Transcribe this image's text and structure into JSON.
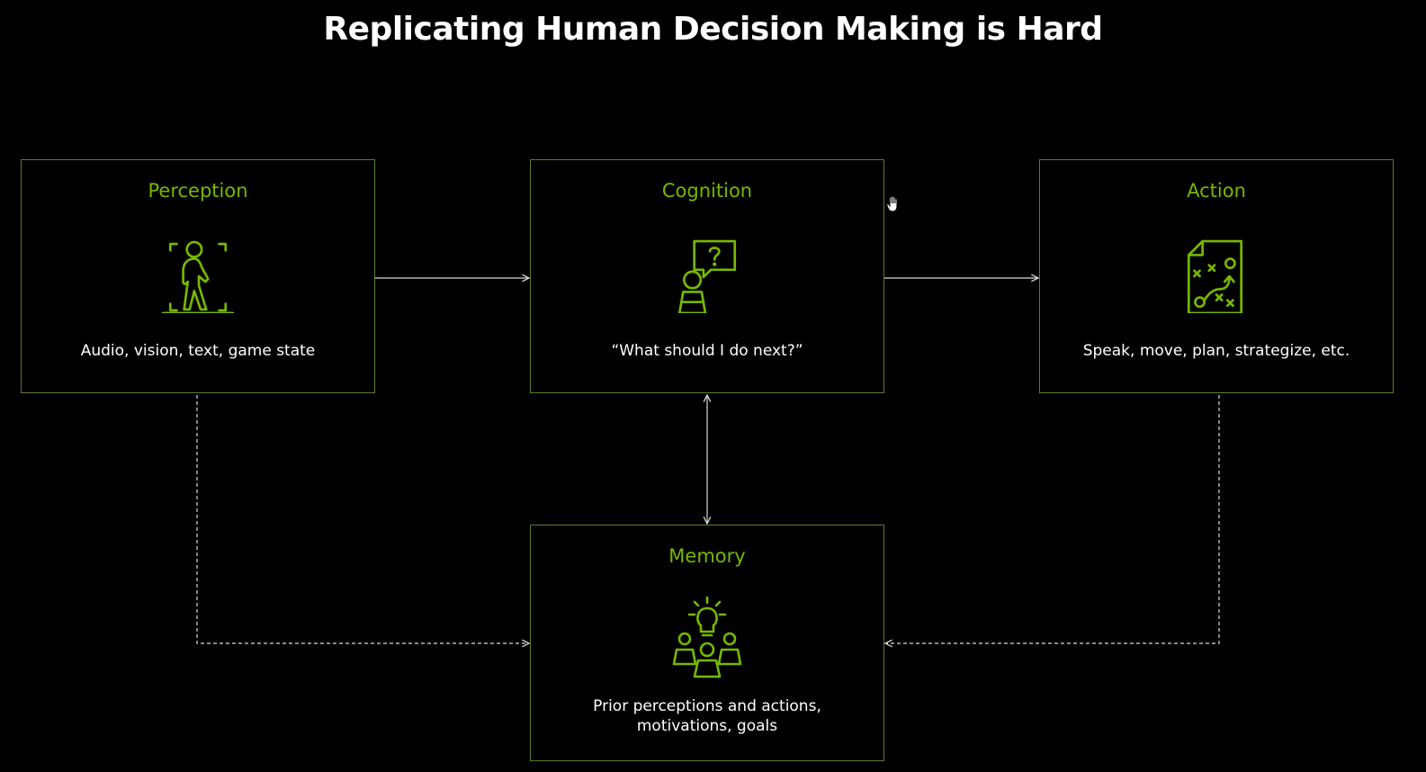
{
  "title": "Replicating Human Decision Making is Hard",
  "colors": {
    "background": "#000000",
    "accent": "#76b900",
    "border": "#5e7a2c",
    "text": "#ffffff",
    "connector": "#d9d9d9"
  },
  "boxes": {
    "perception": {
      "title": "Perception",
      "icon": "walking-person-icon",
      "description": "Audio, vision, text, game state"
    },
    "cognition": {
      "title": "Cognition",
      "icon": "person-question-icon",
      "description": "“What should I do next?”"
    },
    "action": {
      "title": "Action",
      "icon": "strategy-plan-icon",
      "description": "Speak, move, plan, strategize, etc."
    },
    "memory": {
      "title": "Memory",
      "icon": "group-idea-icon",
      "description_line1": "Prior perceptions and actions,",
      "description_line2": "motivations, goals"
    }
  },
  "connections": [
    {
      "from": "Perception",
      "to": "Cognition",
      "style": "solid"
    },
    {
      "from": "Cognition",
      "to": "Action",
      "style": "solid"
    },
    {
      "from": "Cognition",
      "to": "Memory",
      "style": "solid-bidirectional"
    },
    {
      "from": "Perception",
      "to": "Memory",
      "style": "dashed"
    },
    {
      "from": "Action",
      "to": "Memory",
      "style": "dashed"
    }
  ],
  "cursor_icon": "hand-cursor-icon"
}
